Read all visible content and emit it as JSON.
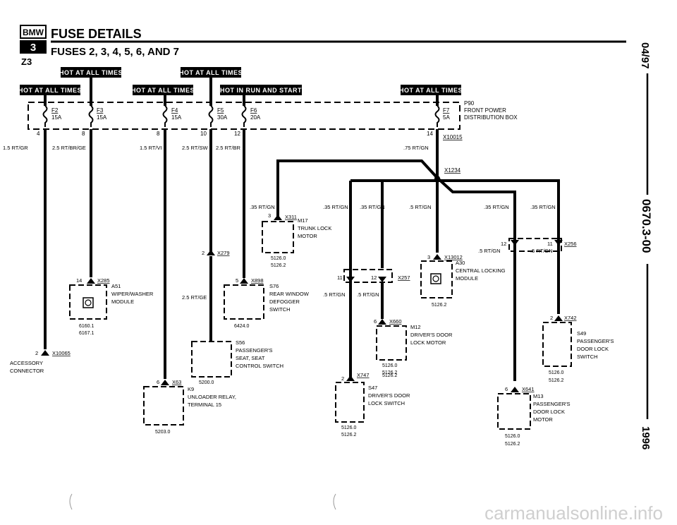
{
  "header": {
    "logo": "BMW",
    "section_badge": "3",
    "model": "Z3",
    "title": "FUSE DETAILS",
    "subtitle": "FUSES 2, 3, 4, 5, 6, AND 7"
  },
  "side_labels": {
    "date": "04/97",
    "code": "0670.3-00",
    "year": "1996"
  },
  "hot_labels": {
    "a": "HOT AT ALL TIMES",
    "b": "HOT AT ALL TIMES",
    "c": "HOT AT ALL TIMES",
    "d": "HOT AT ALL TIMES",
    "e": "HOT IN RUN AND START",
    "f": "HOT AT ALL TIMES"
  },
  "fuses": {
    "f2": {
      "id": "F2",
      "amp": "15A"
    },
    "f3": {
      "id": "F3",
      "amp": "15A"
    },
    "f4": {
      "id": "F4",
      "amp": "15A"
    },
    "f5": {
      "id": "F5",
      "amp": "30A"
    },
    "f6": {
      "id": "F6",
      "amp": "20A"
    },
    "f7": {
      "id": "F7",
      "amp": "5A"
    }
  },
  "box": {
    "id": "P90",
    "line1": "FRONT POWER",
    "line2": "DISTRIBUTION BOX"
  },
  "pins": {
    "p4": "4",
    "p8a": "8",
    "p8b": "8",
    "p10": "10",
    "p12": "12",
    "p14": "14"
  },
  "connectors": {
    "x10015": "X10015",
    "x1234": "X1234",
    "x311": "X311",
    "x279": "X279",
    "x285": "X285",
    "x898": "X898",
    "x13012": "X13012",
    "x257": "X257",
    "x256": "X256",
    "x660": "X660",
    "x742": "X742",
    "x747": "X747",
    "x63": "X63",
    "x641": "X641",
    "x10065": "X10065"
  },
  "wires": {
    "w1": "1.5 RT/GR",
    "w2": "2.5 RT/BR/GE",
    "w3": "1.5 RT/VI",
    "w4": "2.5 RT/SW",
    "w5": "2.5 RT/BR",
    "w6": ".75 RT/GN",
    "w7": ".35 RT/GN",
    "w8": ".35 RT/GN",
    "w9": ".35 RT/GN",
    "w10": ".5 RT/GN",
    "w11": ".35 RT/GN",
    "w12": ".35 RT/GN",
    "w13": ".5 RT/GN",
    "w14": ".5 RT/GN",
    "w15": "2.5 RT/GE",
    "w16": ".5 RT/GN",
    "w17": ".5 RT/GN"
  },
  "components": {
    "m17": {
      "id": "M17",
      "line1": "TRUNK LOCK",
      "line2": "MOTOR",
      "ref1": "5126.0",
      "ref2": "5126.2"
    },
    "a51": {
      "id": "A51",
      "line1": "WIPER/WASHER",
      "line2": "MODULE",
      "ref1": "6160.1",
      "ref2": "6167.1"
    },
    "s76": {
      "id": "S76",
      "line1": "REAR WINDOW",
      "line2": "DEFOGGER",
      "line3": "SWITCH",
      "ref1": "6424.0"
    },
    "a30": {
      "id": "A30",
      "line1": "CENTRAL LOCKING",
      "line2": "MODULE",
      "ref1": "5126.2"
    },
    "m12": {
      "id": "M12",
      "line1": "DRIVER'S DOOR",
      "line2": "LOCK MOTOR",
      "ref1": "5126.0",
      "ref2": "5126.2"
    },
    "s49": {
      "id": "S49",
      "line1": "PASSENGER'S",
      "line2": "DOOR LOCK",
      "line3": "SWITCH",
      "ref1": "5126.0",
      "ref2": "5126.2"
    },
    "s56": {
      "id": "S56",
      "line1": "PASSENGER'S",
      "line2": "SEAT, SEAT",
      "line3": "CONTROL SWITCH",
      "ref1": "5200.0"
    },
    "s47": {
      "id": "S47",
      "line1": "DRIVER'S DOOR",
      "line2": "LOCK SWITCH",
      "ref1": "5126.0",
      "ref2": "5126.2"
    },
    "k9": {
      "id": "K9",
      "line1": "UNLOADER RELAY,",
      "line2": "TERMINAL 15",
      "ref1": "5203.0"
    },
    "m13": {
      "id": "M13",
      "line1": "PASSENGER'S",
      "line2": "DOOR LOCK",
      "line3": "MOTOR",
      "ref1": "5126.0",
      "ref2": "5126.2"
    }
  },
  "accessory": {
    "pin": "2",
    "line1": "ACCESSORY",
    "line2": "CONNECTOR"
  },
  "pin_nums": {
    "x311": "3",
    "x279": "2",
    "x285": "14",
    "x898": "5",
    "x13012": "3",
    "x257a": "11",
    "x257b": "12",
    "x256a": "12",
    "x256b": "11",
    "x660": "6",
    "x742": "2",
    "x747": "2",
    "x63": "6",
    "x641": "6"
  },
  "watermark": "carmanualsonline.info"
}
